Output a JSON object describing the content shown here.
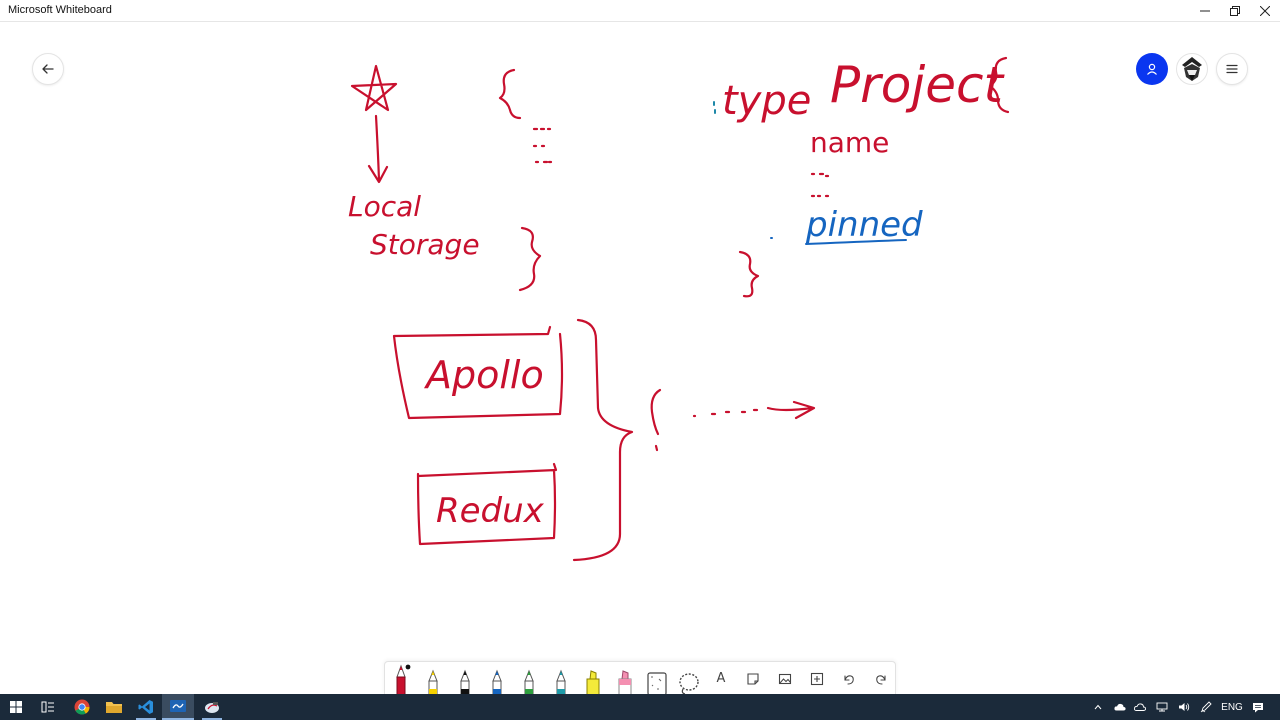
{
  "window": {
    "title": "Microsoft Whiteboard"
  },
  "colors": {
    "ink_red": "#c8102e",
    "ink_blue": "#1565c0",
    "ink_teal": "#1e88a8",
    "user_button": "#0a36f0",
    "taskbar": "#1b2a3a"
  },
  "header": {
    "back_icon": "arrow-left-icon",
    "user_icon": "person-icon",
    "menu_icon": "hamburger-menu-icon"
  },
  "board": {
    "texts": {
      "local": "Local",
      "storage": "Storage",
      "type": "type",
      "project": "Project",
      "name": "name",
      "pinned": "pinned",
      "apollo": "Apollo",
      "redux": "Redux"
    }
  },
  "toolbar": {
    "tools": [
      {
        "name": "pen-red",
        "icon": "pen-icon",
        "color": "#c8102e"
      },
      {
        "name": "pen-yellow",
        "icon": "pen-icon",
        "color": "#f4d000"
      },
      {
        "name": "pen-black",
        "icon": "pen-icon",
        "color": "#111111"
      },
      {
        "name": "pen-blue",
        "icon": "pen-icon",
        "color": "#1565c0"
      },
      {
        "name": "pen-green",
        "icon": "pen-icon",
        "color": "#2e9e3e"
      },
      {
        "name": "pen-teal",
        "icon": "pen-icon",
        "color": "#1e9aa8"
      },
      {
        "name": "highlighter-yellow",
        "icon": "highlighter-icon",
        "color": "#f4ea3a"
      },
      {
        "name": "highlighter-pink",
        "icon": "highlighter-icon",
        "color": "#f48fb1"
      },
      {
        "name": "eraser",
        "icon": "eraser-icon"
      },
      {
        "name": "lasso",
        "icon": "lasso-icon"
      },
      {
        "name": "text",
        "icon": "text-icon",
        "label": "A"
      },
      {
        "name": "note",
        "icon": "sticky-note-icon"
      },
      {
        "name": "image",
        "icon": "image-icon"
      },
      {
        "name": "add",
        "icon": "plus-box-icon"
      },
      {
        "name": "undo",
        "icon": "undo-icon"
      },
      {
        "name": "redo",
        "icon": "redo-icon"
      }
    ]
  },
  "taskbar": {
    "language": "ENG"
  }
}
